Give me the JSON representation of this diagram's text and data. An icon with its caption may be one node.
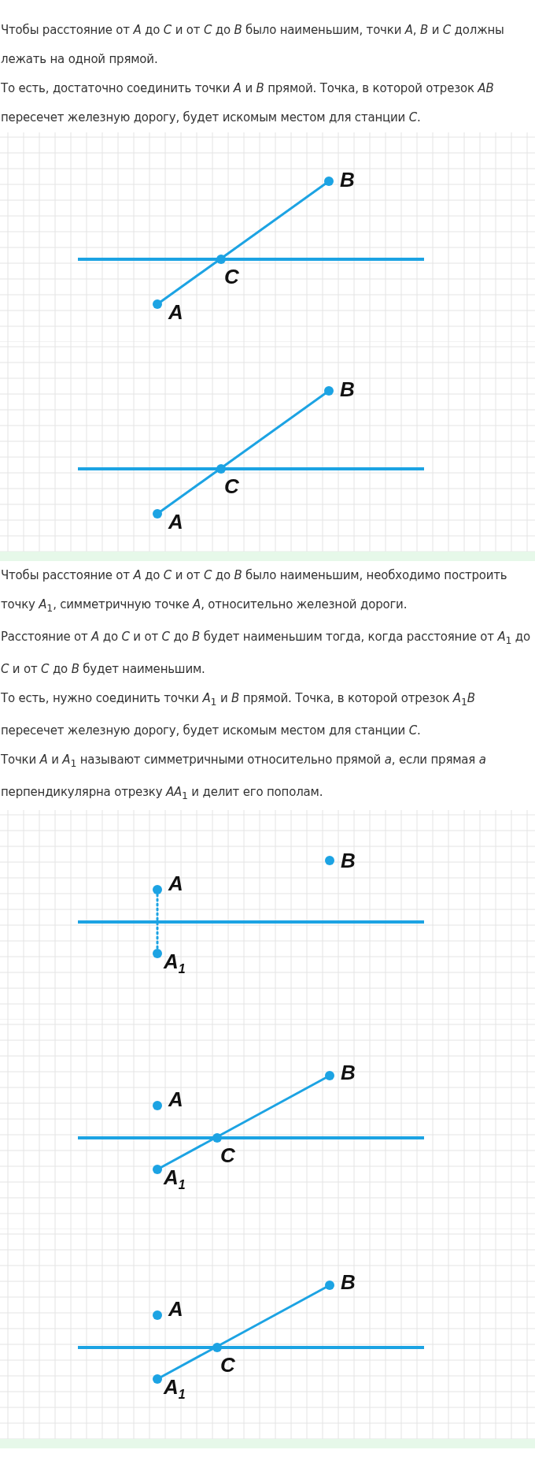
{
  "diagram": {
    "labels": [
      "Чтобы расстояние от *A* до *C* и от *C* до *B* было наименьшим, точки *A*, *B* и *C* должны лежать на одной прямой.",
      "То есть, достаточно соединить точки *A* и *B* прямой. Точка, в которой отрезок *AB* пересечет железную дорогу, будет искомым местом для станции *C*.",
      "B",
      "C",
      "A",
      "B",
      "C",
      "A",
      "Чтобы расстояние от *A* до *C* и от *C* до *B* было наименьшим, необходимо построить точку *A*$_{1}$, симметричную точке *A*, относительно железной дороги.",
      "Расстояние от *A* до *C* и от *C* до *B* будет наименьшим тогда, когда расстояние от *A*$_{1}$ до *C* и от *C* до *B* будет наименьшим.",
      "То есть, нужно соединить точки *A*$_{1}$ и *B* прямой. Точка, в которой отрезок *A*$_{1}$*B* пересечет железную дорогу, будет искомым местом для станции *C*.",
      "Точки *A* и *A*$_{1}$ называют симметричными относительно прямой *a*, если прямая *a* перпендикулярна отрезку *AA*$_{1}$ и делит его пополам.",
      "B",
      "A",
      "A$_{1}$",
      "B",
      "A",
      "C",
      "A$_{1}$",
      "B",
      "A",
      "C",
      "A$_{1}$"
    ]
  }
}
